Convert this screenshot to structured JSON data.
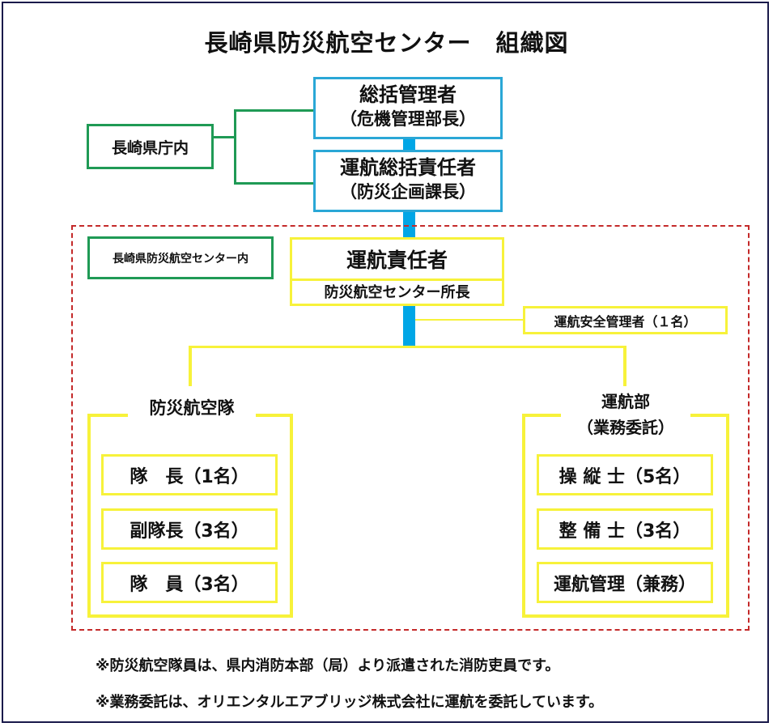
{
  "title": "長崎県防災航空センター　組織図",
  "prefecture_office": {
    "label": "長崎県庁内",
    "general_manager": {
      "title": "総括管理者",
      "position": "（危機管理部長）"
    },
    "operations_general_manager": {
      "title": "運航総括責任者",
      "position": "（防災企画課長）"
    }
  },
  "center": {
    "label": "長崎県防災航空センター内",
    "operations_manager": {
      "title": "運航責任者",
      "position": "防災航空センター所長"
    },
    "safety_manager": "運航安全管理者（１名）",
    "aviation_corps": {
      "name": "防災航空隊",
      "members": [
        "隊　長（1名）",
        "副隊長（3名）",
        "隊　員（3名）"
      ]
    },
    "operations_dept": {
      "name": "運航部",
      "subtitle": "（業務委託）",
      "members": [
        "操 縦 士（5名）",
        "整 備 士（3名）",
        "運航管理（兼務）"
      ]
    }
  },
  "notes": [
    "※防災航空隊員は、県内消防本部（局）より派遣された消防吏員です。",
    "※業務委託は、オリエンタルエアブリッジ株式会社に運航を委託しています。"
  ],
  "colors": {
    "prefecture_box": "#2aa7d6",
    "section_label": "#1f9a55",
    "center_box": "#f7f23a",
    "connector": "#00a6e6",
    "dashed_region": "#c42a2a",
    "frame": "#1a1a4a"
  }
}
